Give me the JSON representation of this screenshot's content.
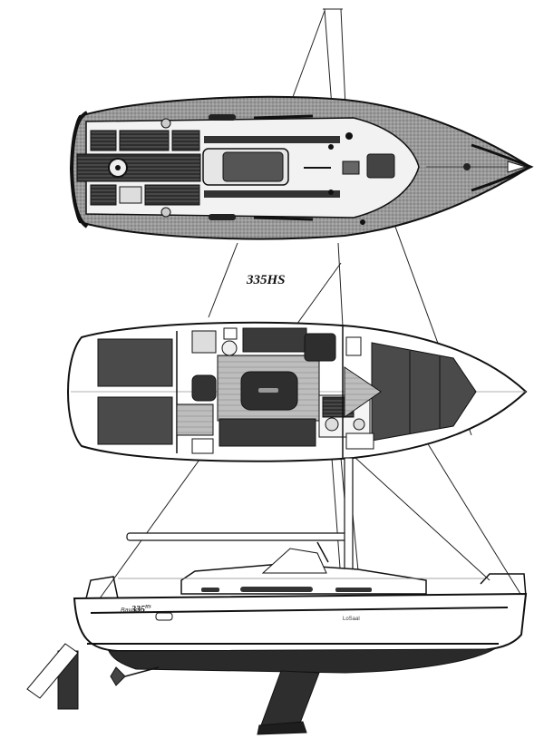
{
  "drawing": {
    "model_title": "335HS",
    "hull_brand": "Bavaria",
    "hull_model": "335",
    "hull_model_suffix": "HS",
    "hull_builder": "LoSaal"
  },
  "views": [
    "deck-plan",
    "interior-layout",
    "side-profile"
  ],
  "colors": {
    "ink": "#111111",
    "deck_pattern": "#8a8a8a",
    "cushion": "#3a3a3a",
    "cabin_floor": "#5a5a5a",
    "hull_white": "#ffffff",
    "antifouling": "#2a2a2a"
  }
}
